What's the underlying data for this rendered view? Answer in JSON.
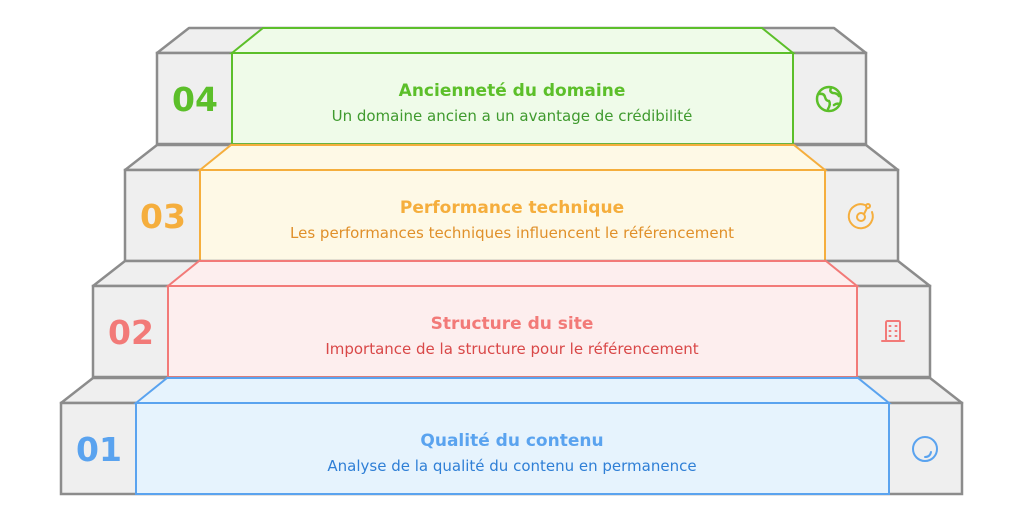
{
  "steps": [
    {
      "number": "01",
      "title": "Qualité du contenu",
      "description": "Analyse de la qualité du contenu en permanence",
      "icon": "circle-icon",
      "color": "#5aa3ef",
      "fill": "#e6f3fd",
      "text_color": "#2f7fd6"
    },
    {
      "number": "02",
      "title": "Structure du site",
      "description": "Importance de la structure pour le référencement",
      "icon": "building-icon",
      "color": "#f27a78",
      "fill": "#fdeeee",
      "text_color": "#d94848"
    },
    {
      "number": "03",
      "title": "Performance technique",
      "description": "Les performances techniques influencent le référencement",
      "icon": "gauge-icon",
      "color": "#f5ae3d",
      "fill": "#fef9e6",
      "text_color": "#e0902a"
    },
    {
      "number": "04",
      "title": "Ancienneté du domaine",
      "description": "Un domaine ancien a un avantage de crédibilité",
      "icon": "globe-icon",
      "color": "#5cbf2a",
      "fill": "#effbe9",
      "text_color": "#3f9a2e"
    }
  ]
}
